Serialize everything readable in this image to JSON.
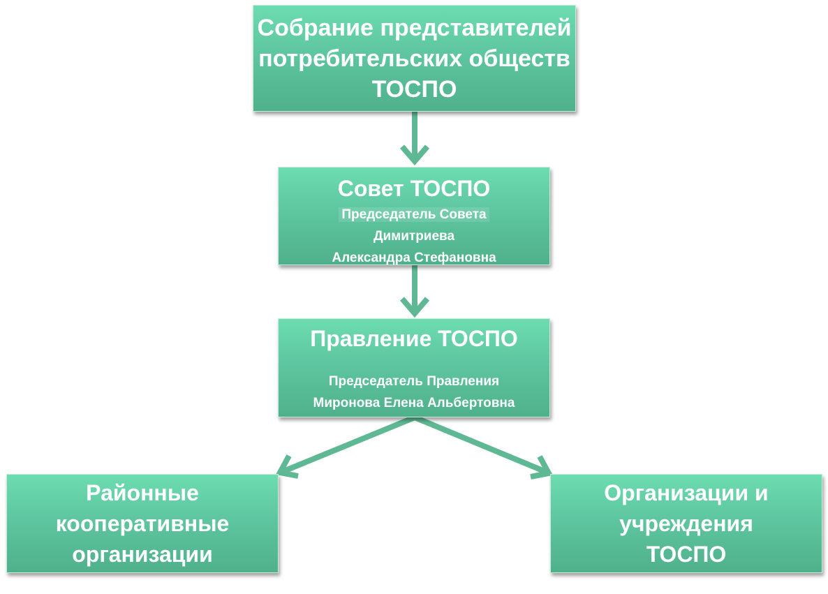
{
  "colors": {
    "box_top": "#6ddcb0",
    "box_bottom": "#4fb18b",
    "arrow": "#5fb894",
    "text": "#ffffff"
  },
  "assembly": {
    "lines": [
      "Собрание представителей",
      "потребительских обществ",
      "ТОСПО"
    ]
  },
  "council": {
    "title": "Совет ТОСПО",
    "role": "Председатель Совета",
    "name_line1": "Димитриева",
    "name_line2": "Александра Стефановна"
  },
  "board": {
    "title": "Правление ТОСПО",
    "role": "Председатель Правления",
    "name": "Миронова Елена Альбертовна"
  },
  "district": {
    "lines": [
      "Районные",
      "кооперативные",
      "организации"
    ]
  },
  "orgs": {
    "lines": [
      "Организации и",
      "учреждения",
      "ТОСПО"
    ]
  }
}
